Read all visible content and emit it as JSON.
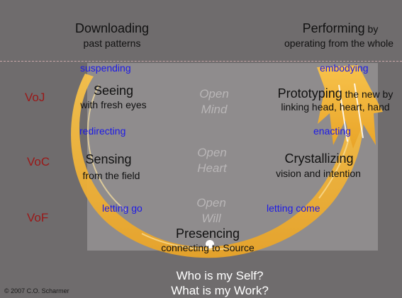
{
  "top": {
    "downloading": {
      "title": "Downloading",
      "subtitle": "past patterns"
    },
    "performing": {
      "title": "Performing",
      "title_suffix": " by",
      "subtitle": "operating from the whole"
    }
  },
  "left_labels": {
    "voj": "VoJ",
    "voc": "VoC",
    "vof": "VoF"
  },
  "stages": {
    "seeing": {
      "title": "Seeing",
      "subtitle": "with fresh eyes"
    },
    "sensing": {
      "title": "Sensing",
      "subtitle": "from the field"
    },
    "presencing": {
      "title": "Presencing",
      "subtitle": "connecting to Source"
    },
    "crystallizing": {
      "title": "Crystallizing",
      "subtitle": "vision and intention"
    },
    "prototyping": {
      "title": "Prototyping",
      "title_suffix": " the new by",
      "subtitle": "linking head, heart, hand"
    }
  },
  "transitions": {
    "suspending": "suspending",
    "redirecting": "redirecting",
    "letting_go": "letting go",
    "letting_come": "letting come",
    "enacting": "enacting",
    "embodying": "embodying"
  },
  "openings": {
    "mind": [
      "Open",
      "Mind"
    ],
    "heart": [
      "Open",
      "Heart"
    ],
    "will": [
      "Open",
      "Will"
    ]
  },
  "questions": [
    "Who is my Self?",
    "What is my Work?"
  ],
  "copyright": "© 2007 C.O. Scharmer",
  "colors": {
    "background": "#6f6c6d",
    "panel": "#8f8c8d",
    "arrow": "#f2b133",
    "blue_text": "#1d1ae6",
    "red_text": "#9a1818"
  }
}
